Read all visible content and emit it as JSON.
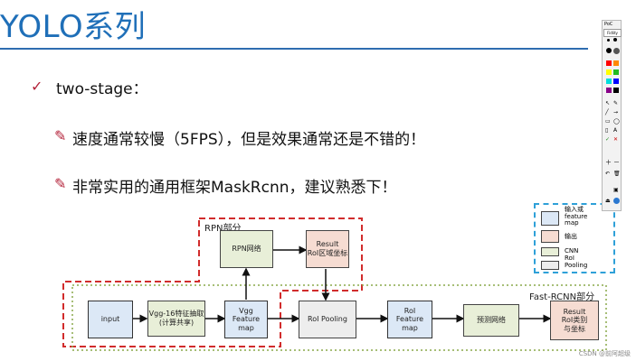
{
  "slide": {
    "title": "YOLO系列",
    "bullet1": "two-stage：",
    "bullet2": "速度通常较慢（5FPS），但是效果通常还是不错的！",
    "bullet3": "非常实用的通用框架MaskRcnn，建议熟悉下！"
  },
  "diagram": {
    "rpn_label": "RPN部分",
    "fast_rcnn_label": "Fast-RCNN部分",
    "nodes": {
      "input": "input",
      "vgg16": "Vgg-16特征抽取\n(计算共享)",
      "vgg_feature_map": "Vgg\nFeature map",
      "rpn_net": "RPN网络",
      "rpn_result": "Result\nRoI区域坐标",
      "roi_pooling": "RoI Pooling",
      "roi_feature_map": "RoI\nFeature map",
      "predict_net": "预测网络",
      "final_result": "Result\nRoI类别\n与坐标"
    }
  },
  "legend": {
    "items": [
      "输入或\nfeature\nmap",
      "输出",
      "CNN",
      "RoI\nPooling"
    ],
    "colors": [
      "#dce8f6",
      "#f6dcd2",
      "#e8efd8",
      "#ededed"
    ]
  },
  "toolbar": {
    "title": "PoC",
    "mode_label": "Fidlity",
    "palette": [
      "#ff0000",
      "#ff8800",
      "#ffff00",
      "#22bb22",
      "#00dddd",
      "#0000ff",
      "#880088",
      "#000000",
      "#ffffff",
      "#cc0000"
    ]
  },
  "watermark": "CSDN @前阿超级"
}
